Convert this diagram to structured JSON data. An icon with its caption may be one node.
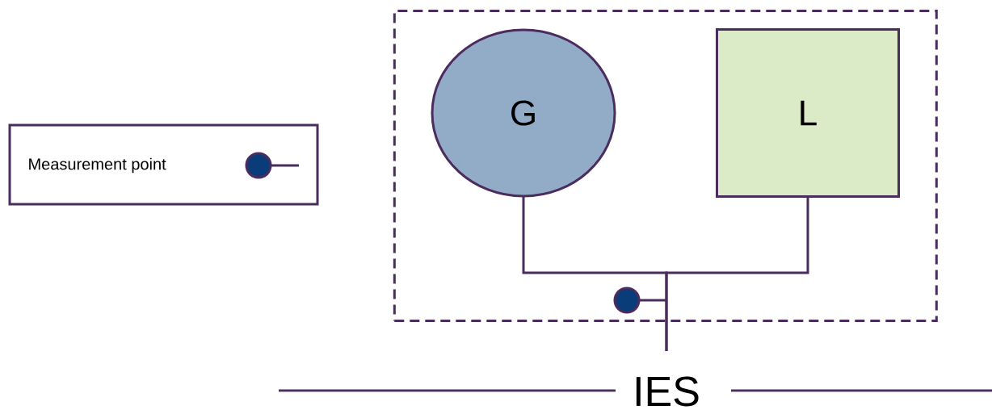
{
  "diagram": {
    "nodes": [
      {
        "text": [],
        "shape": "box"
      },
      {
        "text": [
          "G"
        ],
        "in": 0
      },
      {
        "text": [
          "L"
        ],
        "in": 0
      },
      {
        "text": [
          "IES"
        ]
      }
    ],
    "edges": [
      {
        "from": 1,
        "to": 3,
        "arrow": "none"
      },
      {
        "from": 2,
        "to": 3,
        "arrow": "none"
      }
    ],
    "legend": [
      {
        "text": "Measurement point"
      }
    ]
  }
}
